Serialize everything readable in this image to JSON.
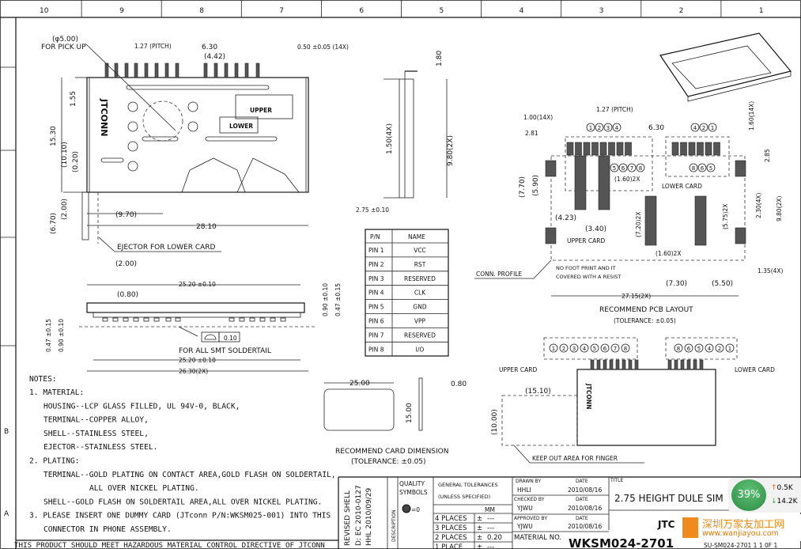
{
  "border": {
    "columns": [
      "10",
      "9",
      "8",
      "7",
      "6",
      "5",
      "4",
      "3",
      "2",
      "1"
    ],
    "rows": [
      "B",
      "A"
    ]
  },
  "top_view": {
    "pick_up_dia": "(φ5.00)",
    "pick_up_label": "FOR PICK UP",
    "pitch": "1.27 (PITCH)",
    "dim_630": "6.30",
    "dim_442": "(4.42)",
    "pin_width": "0.50 ±0.05 (14X)",
    "dim_155": "1.55",
    "dim_1530": "15.30",
    "dim_1010": "(10.10)",
    "dim_020": "(0.20)",
    "dim_670": "(6.70)",
    "dim_200v": "(2.00)",
    "dim_970": "(9.70)",
    "dim_2810": "28.10",
    "ejector_label": "EJECTOR FOR LOWER CARD",
    "dim_200h": "(2.00)",
    "brand": "JTCONN",
    "upper": "UPPER",
    "lower": "LOWER"
  },
  "end_view": {
    "dim_180": "1.80",
    "dim_150": "1.50(4X)",
    "dim_980": "9.80(2X)",
    "dim_275": "2.75 ±0.10"
  },
  "side_view": {
    "dim_2520_top": "25.20 ±0.10",
    "dim_080": "(0.80)",
    "dim_090_r": "0.90 ±0.10",
    "dim_047_r": "0.47 ±0.15",
    "dim_047_l": "0.47 ±0.15",
    "dim_090_l": "0.90 ±0.10",
    "flatness": "0.10",
    "smt_label": "FOR ALL SMT SOLDERTAIL",
    "dim_2520_bot": "25.20 ±0.10",
    "dim_2630": "26.30(2X)"
  },
  "pin_table": {
    "headers": [
      "P/N",
      "NAME"
    ],
    "rows": [
      [
        "PIN 1",
        "VCC"
      ],
      [
        "PIN 2",
        "RST"
      ],
      [
        "PIN 3",
        "RESERVED"
      ],
      [
        "PIN 4",
        "CLK"
      ],
      [
        "PIN 5",
        "GND"
      ],
      [
        "PIN 6",
        "VPP"
      ],
      [
        "PIN 7",
        "RESERVED"
      ],
      [
        "PIN 8",
        "I/O"
      ]
    ]
  },
  "card_dim": {
    "width": "25.00",
    "height": "15.00",
    "thickness": "0.80",
    "title": "RECOMMEND CARD DIMENSION",
    "tolerance": "(TOLERANCE: ±0.05)"
  },
  "pcb_layout": {
    "pad_width": "1.00(14X)",
    "pitch": "1.27 (PITCH)",
    "dim_281": "2.81",
    "dim_630": "6.30",
    "dim_160_14": "1.60(14X)",
    "dim_285": "2.85",
    "upper_top_pins": [
      "1",
      "2",
      "3",
      "4"
    ],
    "upper_bot_pins": [
      "5",
      "6",
      "7",
      "8"
    ],
    "lower_top_pins": [
      "4",
      "2",
      "1"
    ],
    "lower_bot_pins": [
      "8",
      "6",
      "5"
    ],
    "dim_770": "(7.70)",
    "dim_590": "(5.90)",
    "dim_160a": "(1.60)2X",
    "lower_card": "LOWER CARD",
    "dim_230": "2.30(4X)",
    "dim_980": "9.80(2X)",
    "dim_423": "(4.23)",
    "dim_340": "(3.40)",
    "dim_720": "(7.20)2X",
    "dim_575": "(5.75)2X",
    "upper_card": "UPPER CARD",
    "dim_160b": "(1.60)2X",
    "conn_profile": "CONN. PROFILE",
    "no_footprint_1": "NO FOOT PRINT AND IT",
    "no_footprint_2": "COVERED WITH A RESIST",
    "dim_135": "1.35(4X)",
    "dim_730": "(7.30)",
    "dim_550": "(5.50)",
    "dim_2715": "27.15(2X)",
    "title": "RECOMMEND PCB LAYOUT",
    "tolerance": "(TOLERANCE: ±0.05)"
  },
  "bottom_view": {
    "upper_pins": [
      "1",
      "2",
      "3",
      "4",
      "5",
      "6",
      "7",
      "8"
    ],
    "lower_pins": [
      "8",
      "6",
      "5",
      "4",
      "2",
      "1"
    ],
    "upper_card": "UPPER CARD",
    "lower_card": "LOWER CARD",
    "dim_1510": "(15.10)",
    "dim_1000": "(10.00)",
    "keep_out": "KEEP OUT AREA FOR FINGER"
  },
  "notes": {
    "heading": "NOTES:",
    "lines": [
      "1. MATERIAL:",
      "HOUSING--LCP GLASS FILLED, UL 94V-0, BLACK,",
      "TERMINAL--COPPER ALLOY,",
      "SHELL--STAINLESS STEEL,",
      "EJECTOR--STAINLESS STEEL.",
      "2. PLATING:",
      "TERMINAL--GOLD PLATING ON CONTACT AREA,GOLD FLASH ON SOLDERTAIL,",
      "ALL OVER NICKEL PLATING.",
      "SHELL--GOLD FLASH ON SOLDERTAIL AREA,ALL OVER NICKEL PLATING.",
      "3. PLEASE INSERT ONE DUMMY CARD (JTconn P/N:WKSM025-001) INTO THIS",
      "CONNECTOR IN PHONE ASSEMBLY."
    ],
    "footer": "THIS PRODUCT SHOULD MEET HAZARDOUS MATERIAL CONTROL DIRECTIVE OF JTCONN"
  },
  "title_block": {
    "revision_1": "REVISED SHELL",
    "revision_2": "D: EC 2010-0127",
    "revision_3": "HHL 2010/09/29",
    "description": "DESCRIPTION",
    "quality_1": "QUALITY",
    "quality_2": "SYMBOLS",
    "quality_sym": "=0",
    "gen_tol_1": "GENERAL TOLERANCES",
    "gen_tol_2": "(UNLESS SPECIFIED)",
    "unit": "MM",
    "tol_rows": [
      [
        "4 PLACES",
        "±",
        "---"
      ],
      [
        "3 PLACES",
        "±",
        "---"
      ],
      [
        "2 PLACES",
        "±",
        "0.20"
      ],
      [
        "1 PLACE",
        "±",
        "---"
      ]
    ],
    "drawn_by_label": "DRAWN BY",
    "drawn_by": "HHLI",
    "checked_by_label": "CHECKED BY",
    "checked_by": "YJWU",
    "approved_by_label": "APPROVED BY",
    "approved_by": "YJWU",
    "date_label": "DATE",
    "drawn_date": "2010/08/16",
    "checked_date": "2010/08/16",
    "approved_date": "2010/08/16",
    "title_label": "TITLE",
    "title": "2.75 HEIGHT DULE SIM",
    "material_label": "MATERIAL NO.",
    "part_no": "WKSM024-2701",
    "company": "JTC",
    "file_name": "SU-SM024-2701 1 1 0F 1"
  },
  "overlay": {
    "cpu_percent": "39%",
    "upload": "0.5K",
    "download": "14.2K",
    "watermark_cn": "深圳万家友加工网",
    "watermark_url": "www.wanjiayou.com",
    "accent": "#3aa55a"
  }
}
